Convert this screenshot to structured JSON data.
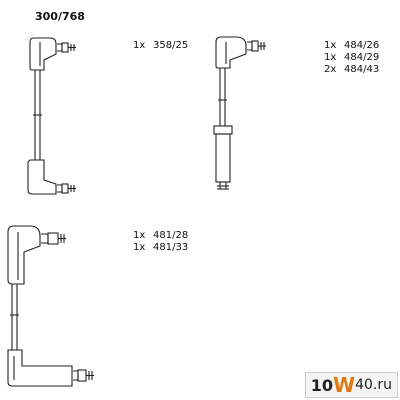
{
  "kit_code": "300/768",
  "groups": [
    {
      "items": [
        {
          "qty": "1x",
          "part": "358/25"
        }
      ]
    },
    {
      "items": [
        {
          "qty": "1x",
          "part": "484/26"
        },
        {
          "qty": "1x",
          "part": "484/29"
        },
        {
          "qty": "2x",
          "part": "484/43"
        }
      ]
    },
    {
      "items": [
        {
          "qty": "1x",
          "part": "481/28"
        },
        {
          "qty": "1x",
          "part": "481/33"
        }
      ]
    }
  ],
  "watermark": {
    "part1": "10",
    "part2": "W",
    "part3": "40.ru"
  },
  "colors": {
    "line": "#222222",
    "watermark_accent": "#e07a10"
  }
}
